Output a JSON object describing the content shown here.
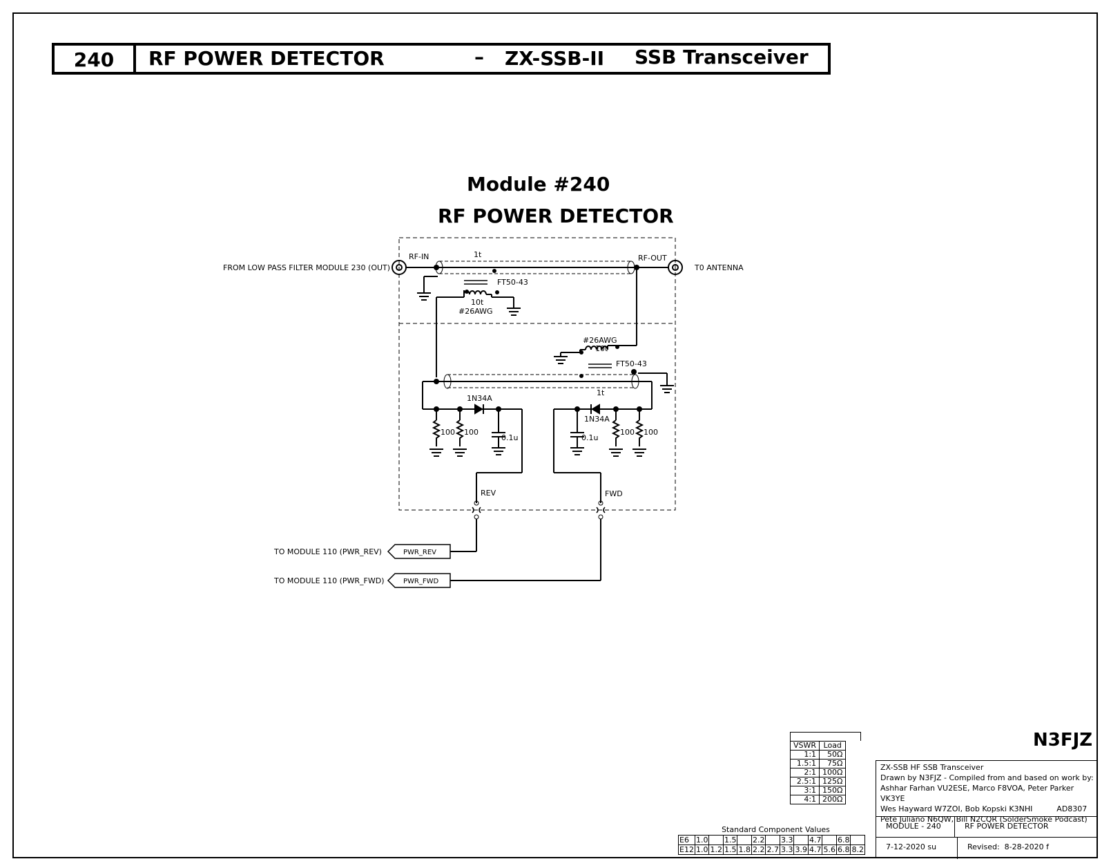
{
  "title_bar": {
    "number": "240",
    "name": "RF POWER DETECTOR",
    "dash": "–",
    "model": "ZX-SSB-II",
    "radio": "SSB Transceiver"
  },
  "diagram": {
    "heading": "Module #240",
    "subheading": "RF POWER DETECTOR",
    "labels": {
      "from_lpf": "FROM LOW PASS FILTER MODULE 230 (OUT)",
      "to_antenna": "T0 ANTENNA",
      "rf_in": "RF-IN",
      "rf_out": "RF-OUT",
      "turns_1t": "1t",
      "core": "FT50-43",
      "turns_10t": "10t",
      "wire": "#26AWG",
      "diode": "1N34A",
      "resistor": "100",
      "capacitor": "0.1u",
      "rev": "REV",
      "fwd": "FWD",
      "to_rev": "TO MODULE 110 (PWR_REV)",
      "to_fwd": "TO MODULE 110 (PWR_FWD)",
      "pwr_rev": "PWR_REV",
      "pwr_fwd": "PWR_FWD"
    }
  },
  "vswr_table": {
    "headers": [
      "VSWR",
      "Load"
    ],
    "rows": [
      [
        "1:1",
        "50Ω"
      ],
      [
        "1.5:1",
        "75Ω"
      ],
      [
        "2:1",
        "100Ω"
      ],
      [
        "2.5:1",
        "125Ω"
      ],
      [
        "3:1",
        "150Ω"
      ],
      [
        "4:1",
        "200Ω"
      ]
    ]
  },
  "standard_values": {
    "title": "Standard Component Values",
    "e6": [
      "E6",
      "1.0",
      "",
      "1.5",
      "",
      "2.2",
      "",
      "3.3",
      "",
      "4.7",
      "",
      "6.8",
      ""
    ],
    "e12": [
      "E12",
      "1.0",
      "1.2",
      "1.5",
      "1.8",
      "2.2",
      "2.7",
      "3.3",
      "3.9",
      "4.7",
      "5.6",
      "6.8",
      "8.2"
    ]
  },
  "author": "N3FJZ",
  "info": {
    "lines": [
      "ZX-SSB  HF SSB Transceiver",
      "Drawn by N3FJZ - Compiled from and based on work by:",
      "Ashhar Farhan VU2ESE, Marco F8VOA, Peter Parker VK3YE",
      "Wes Hayward W7ZOI, Bob Kopski K3NHI          AD8307",
      "Pete Juliano N6QW, Bill N2CQR (SolderSmoke Podcast)"
    ],
    "module": "MODULE - 240",
    "module_name": "RF POWER DETECTOR",
    "date": "7-12-2020 su",
    "revised": "Revised:  8-28-2020 f"
  }
}
